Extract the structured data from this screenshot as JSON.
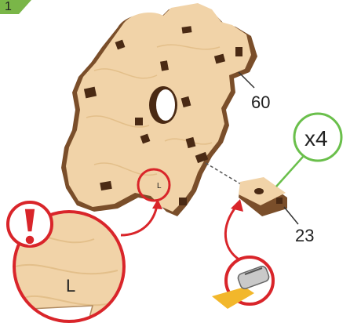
{
  "step": {
    "number": "1",
    "badge_color": "#7ab648"
  },
  "parts": [
    {
      "id": "part-60",
      "label": "60"
    },
    {
      "id": "part-23",
      "label": "23"
    }
  ],
  "quantity_badge": {
    "label": "x4",
    "ring_color": "#6abf4b"
  },
  "detail": {
    "marker_letter": "L",
    "zoom_letter": "L",
    "ring_color": "#d9252a"
  },
  "colors": {
    "wood_face": "#f1d3a8",
    "wood_edge": "#7a4e2a",
    "hole": "#4a2a14",
    "glue_cap": "#f2b72b",
    "alert_fill": "#d9252a"
  }
}
